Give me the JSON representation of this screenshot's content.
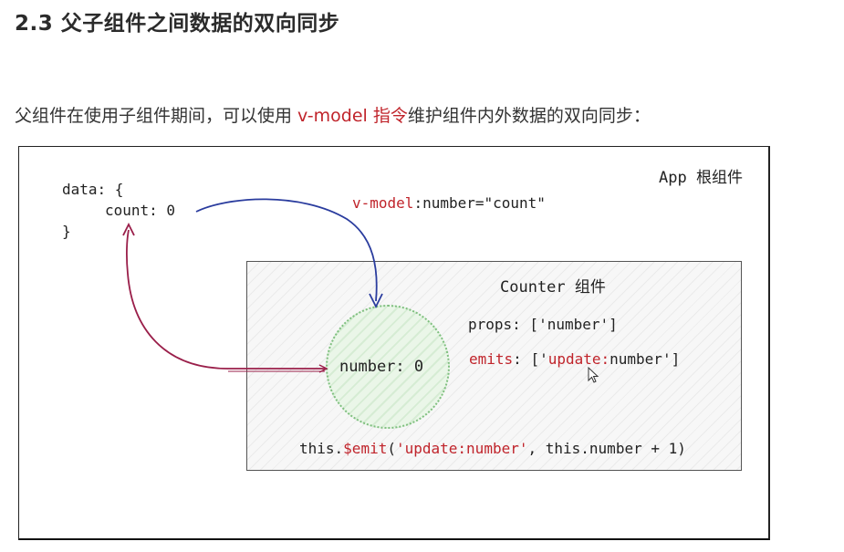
{
  "heading": "2.3 父子组件之间数据的双向同步",
  "intro": {
    "before": "父组件在使用子组件期间，可以使用 ",
    "highlight": "v-model 指令",
    "after": "维护组件内外数据的双向同步："
  },
  "diagram": {
    "app_label": "App  根组件",
    "data_line1": "data: {",
    "data_line2": "count: 0",
    "data_line3": "}",
    "binding": {
      "directive": "v-model",
      "rest": ":number=\"count\""
    },
    "counter_title": "Counter  组件",
    "props_line": "props: ['number']",
    "emits": {
      "key": "emits",
      "sep": ": ['",
      "event_prefix": "update:",
      "event_name": "number",
      "end": "']"
    },
    "number_label": "number: 0",
    "emit_call": {
      "prefix": "this.",
      "method": "$emit",
      "open": "(",
      "event": "'update:number'",
      "rest": ", this.number + 1)"
    }
  },
  "colors": {
    "accent_red": "#c0242b",
    "arrow_blue": "#2a3c9e",
    "arrow_crimson": "#9a1f4a",
    "circle_green": "#7fbf7f"
  }
}
